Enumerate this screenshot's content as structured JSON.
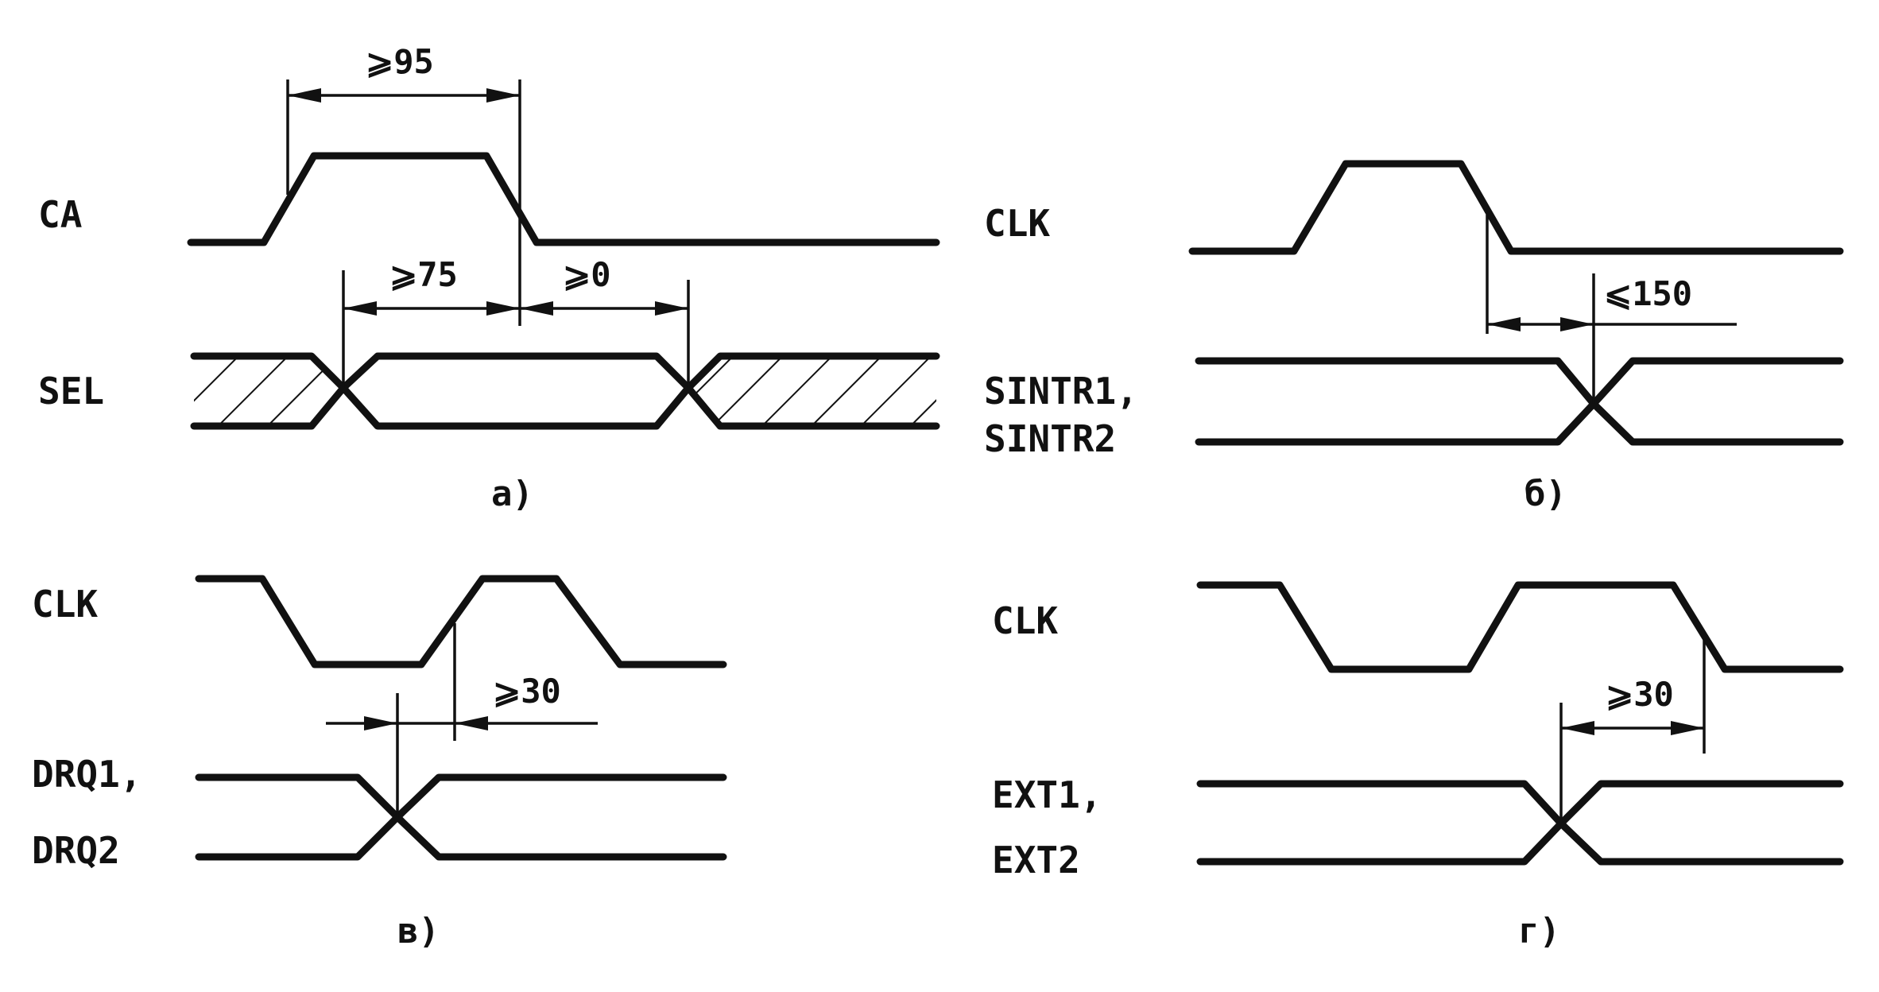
{
  "panel_a": {
    "caption": "а)",
    "signal_top": "CA",
    "signal_bottom": "SEL",
    "dim_top": "⩾95",
    "dim_left": "⩾75",
    "dim_right": "⩾0"
  },
  "panel_b": {
    "caption": "б)",
    "signal_top": "CLK",
    "signal_bottom_1": "SINTR1,",
    "signal_bottom_2": "SINTR2",
    "dim": "⩽150"
  },
  "panel_c": {
    "caption": "в)",
    "signal_top": "CLK",
    "signal_bottom_1": "DRQ1,",
    "signal_bottom_2": "DRQ2",
    "dim": "⩾30"
  },
  "panel_d": {
    "caption": "г)",
    "signal_top": "CLK",
    "signal_bottom_1": "EXT1,",
    "signal_bottom_2": "EXT2",
    "dim": "⩾30"
  }
}
